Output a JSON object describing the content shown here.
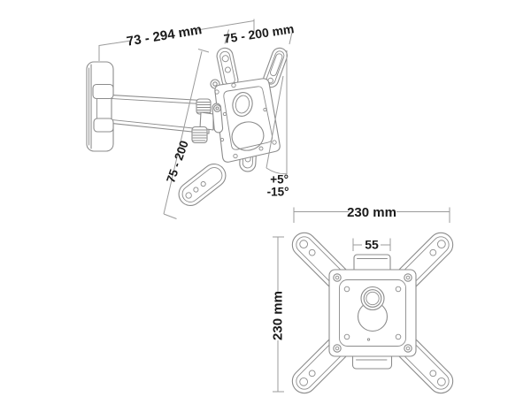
{
  "diagram": {
    "side_view": {
      "arm_extension": "73 - 294 mm",
      "vesa_width": "75 - 200 mm",
      "vesa_height": "75 - 200",
      "tilt_up": "+5°",
      "tilt_down": "-15°"
    },
    "front_view": {
      "plate_width": "230 mm",
      "plate_height": "230 mm",
      "hub_width": "55"
    }
  },
  "colors": {
    "background": "#ffffff",
    "artwork_line": "#8c8c8c",
    "dimension_line": "#9b9b9b",
    "label_text": "#1a1a1a"
  }
}
